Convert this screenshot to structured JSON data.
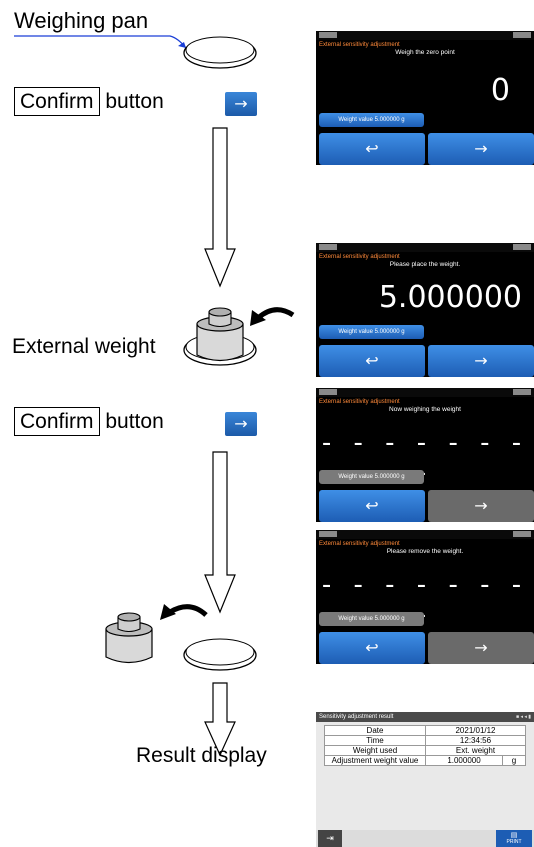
{
  "labels": {
    "weighing_pan": "Weighing pan",
    "confirm": "Confirm",
    "button": "button",
    "arrow": "→",
    "external_weight": "External weight",
    "result_display": "Result display"
  },
  "screens": [
    {
      "title": "External sensitivity adjustment",
      "message": "Weigh the zero point",
      "value": "0",
      "weight_value": "Weight value  5.000000 g",
      "back": "↩",
      "next": "→"
    },
    {
      "title": "External sensitivity adjustment",
      "message": "Please place the weight.",
      "value": "5.000000",
      "weight_value": "Weight value  5.000000 g",
      "back": "↩",
      "next": "→"
    },
    {
      "title": "External sensitivity adjustment",
      "message": "Now weighing the weight",
      "value": "- - - - - - - -",
      "weight_value": "Weight value  5.000000 g",
      "back": "↩",
      "next": "→"
    },
    {
      "title": "External sensitivity adjustment",
      "message": "Please remove the weight.",
      "value": "- - - - - - - -",
      "weight_value": "Weight value  5.000000 g",
      "back": "↩",
      "next": "→"
    }
  ],
  "result": {
    "title": "Sensitivity adjustment result",
    "rows": [
      {
        "label": "Date",
        "value": "2021/01/12",
        "unit": ""
      },
      {
        "label": "Time",
        "value": "12:34:56",
        "unit": ""
      },
      {
        "label": "Weight used",
        "value": "Ext. weight",
        "unit": ""
      },
      {
        "label": "Adjustment weight value",
        "value": "1.000000",
        "unit": "g"
      }
    ],
    "print": "PRINT"
  },
  "colors": {
    "accent": "#1d5db4",
    "orange": "#ff8a3a",
    "pan_line": "#1a3fd6"
  }
}
